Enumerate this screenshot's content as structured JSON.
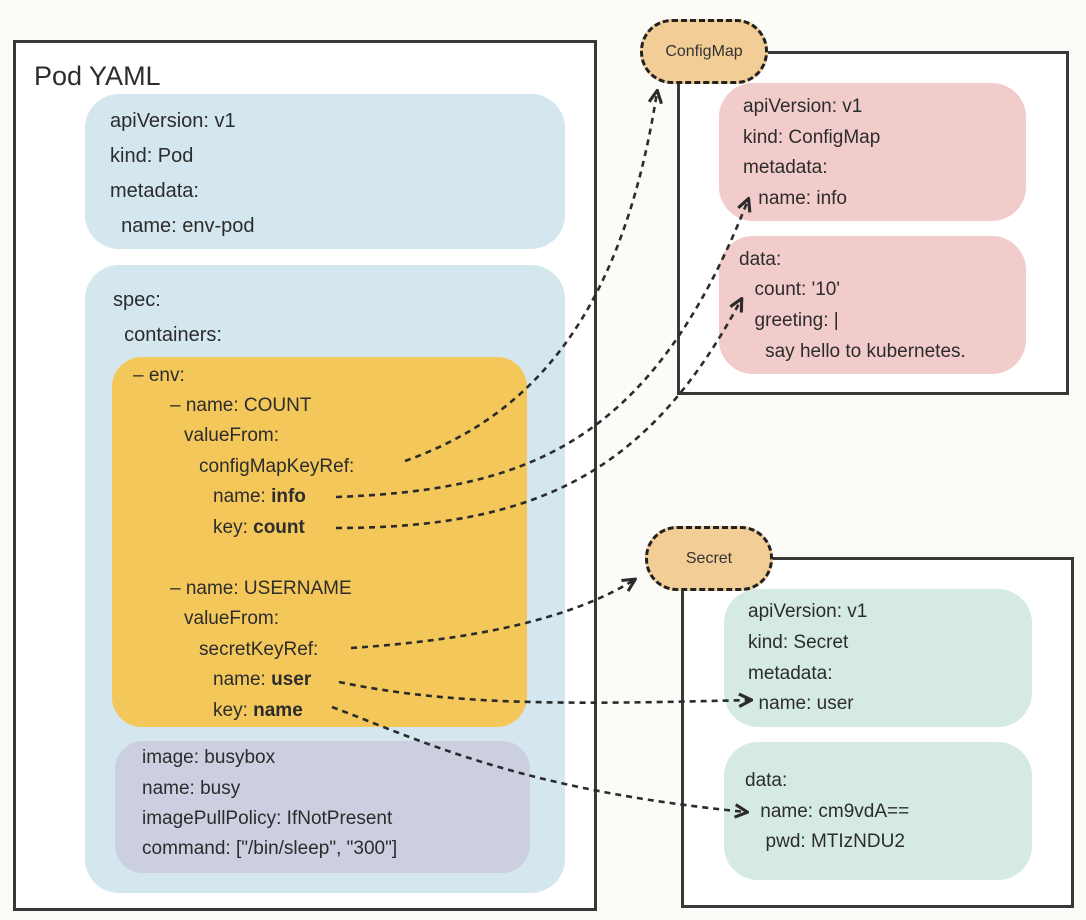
{
  "colors": {
    "background": "#fbfbf7",
    "frame_border": "#383838",
    "pod_meta": "#d4e6ee",
    "pod_spec": "#d4e6ee",
    "env": "#f4c75b",
    "container": "#cbcfe0",
    "configmap_panel": "#f2cccb",
    "secret_panel": "#d5ebe1",
    "tag_fill": "#f2cd96",
    "arrow": "#2b2b2b"
  },
  "pod": {
    "title": "Pod YAML",
    "meta": [
      "apiVersion: v1",
      "kind: Pod",
      "metadata:",
      "  name: env-pod"
    ],
    "spec": [
      "spec:",
      "  containers:"
    ],
    "env": {
      "header": "– env:",
      "count_name": "– name: COUNT",
      "count_valuefrom": "valueFrom:",
      "count_ref": "configMapKeyRef:",
      "count_ref_name_key": "name: ",
      "count_ref_name_val": "info",
      "count_ref_key_key": "key: ",
      "count_ref_key_val": "count",
      "user_name": "– name: USERNAME",
      "user_valuefrom": "valueFrom:",
      "user_ref": "secretKeyRef:",
      "user_ref_name_key": "name: ",
      "user_ref_name_val": "user",
      "user_ref_key_key": "key: ",
      "user_ref_key_val": "name"
    },
    "container": [
      "image: busybox",
      "name: busy",
      "imagePullPolicy: IfNotPresent",
      "command: [\"/bin/sleep\", \"300\"]"
    ]
  },
  "configmap": {
    "tag": "ConfigMap",
    "meta": [
      "apiVersion: v1",
      "kind: ConfigMap",
      "metadata:",
      " name: info"
    ],
    "data": [
      "data:",
      "  count: '10'",
      "  greeting: |",
      "    say hello to kubernetes."
    ]
  },
  "secret": {
    "tag": "Secret",
    "meta": [
      "apiVersion: v1",
      "kind: Secret",
      "metadata:",
      "  name: user"
    ],
    "data": [
      "data:",
      " name: cm9vdA==",
      "  pwd: MTIzNDU2"
    ]
  }
}
